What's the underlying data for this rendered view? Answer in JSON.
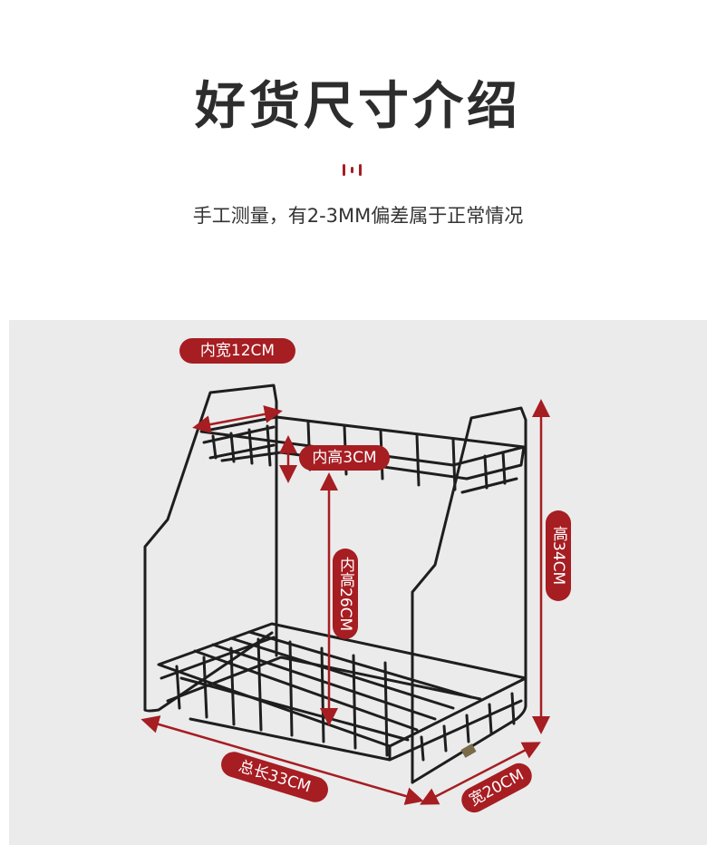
{
  "header": {
    "title": "好货尺寸介绍",
    "subtitle": "手工测量，有2-3MM偏差属于正常情况"
  },
  "dimensions": {
    "inner_width": "内宽12CM",
    "inner_height_top": "内高3CM",
    "inner_height_main": "内高26CM",
    "total_height": "高34CM",
    "total_length": "总长33CM",
    "depth": "宽20CM"
  },
  "colors": {
    "accent": "#a61d22",
    "title": "#2d2d2d",
    "background_photo": "#ebebeb"
  }
}
